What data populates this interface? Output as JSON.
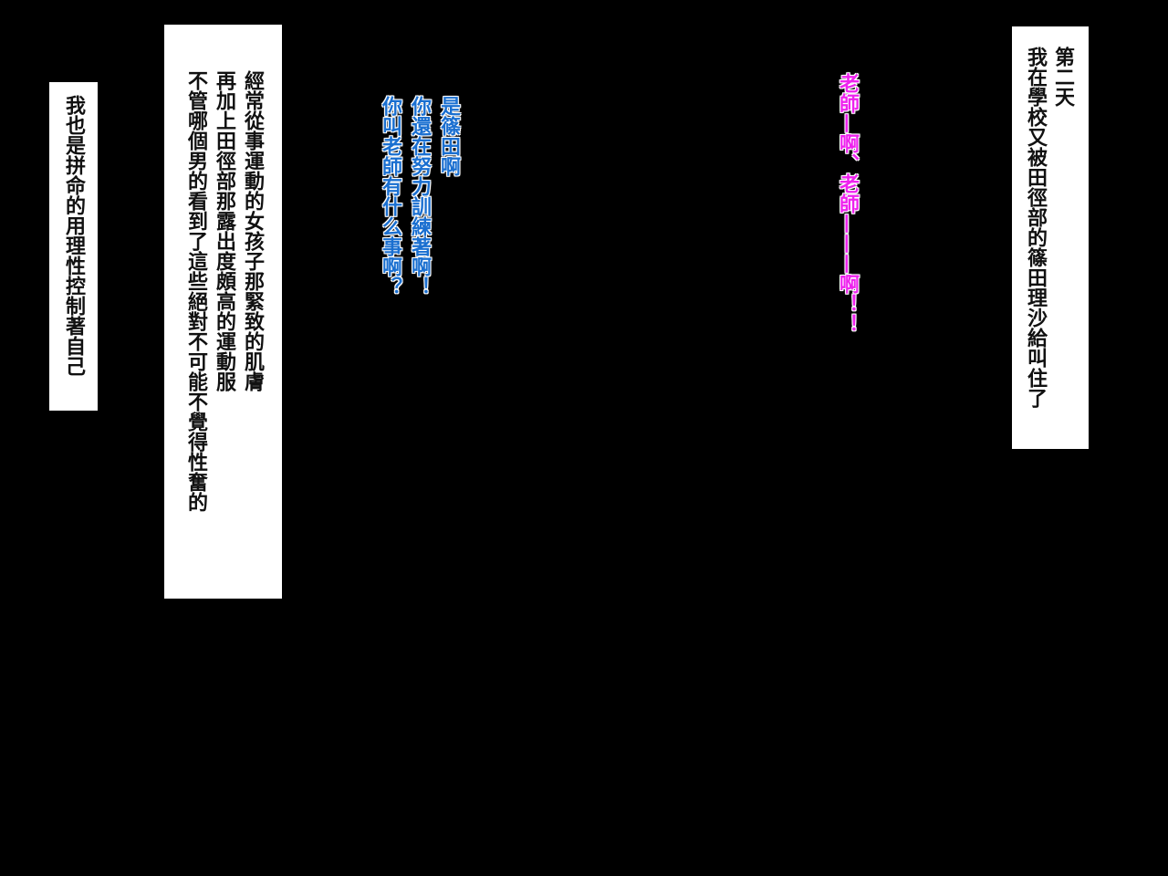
{
  "narration_right": [
    "第二天",
    "我在學校又被田徑部的篠田理沙給叫住了"
  ],
  "narration_middle": [
    "經常從事運動的女孩子那緊致的肌膚",
    "再加上田徑部那露出度頗高的運動服",
    "不管哪個男的看到了這些絕對不可能不覺得性奮的"
  ],
  "narration_left": [
    "我也是拼命的用理性控制著自己"
  ],
  "dialogue_shinoda": [
    "老師—啊、老師———啊！！"
  ],
  "dialogue_teacher": [
    "是篠田啊",
    "你還在努力訓練著啊！",
    "你叫老師有什么事啊？"
  ],
  "colors": {
    "background": "#000000",
    "box": "#ffffff",
    "teacher_text": "#1a6fd0",
    "shinoda_text": "#ee22ee"
  }
}
